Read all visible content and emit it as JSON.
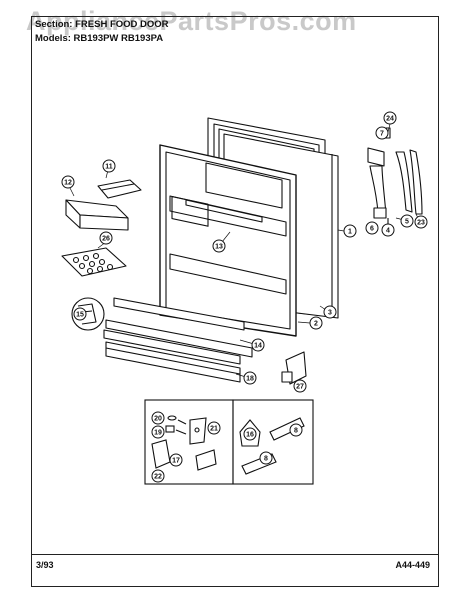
{
  "watermark": "AppliancePartsPros.com",
  "header": {
    "section": "Section: FRESH FOOD DOOR",
    "model": "Models: RB193PW  RB193PA"
  },
  "footer": {
    "date": "3/93",
    "code": "A44-449"
  },
  "callouts": [
    {
      "id": "c1",
      "label": "1"
    },
    {
      "id": "c2",
      "label": "2"
    },
    {
      "id": "c3",
      "label": "3"
    },
    {
      "id": "c4",
      "label": "4"
    },
    {
      "id": "c5",
      "label": "5"
    },
    {
      "id": "c6",
      "label": "6"
    },
    {
      "id": "c7",
      "label": "7"
    },
    {
      "id": "c8a",
      "label": "8"
    },
    {
      "id": "c8b",
      "label": "8"
    },
    {
      "id": "c11",
      "label": "11"
    },
    {
      "id": "c12",
      "label": "12"
    },
    {
      "id": "c13",
      "label": "13"
    },
    {
      "id": "c14",
      "label": "14"
    },
    {
      "id": "c15",
      "label": "15"
    },
    {
      "id": "c16",
      "label": "16"
    },
    {
      "id": "c17",
      "label": "17"
    },
    {
      "id": "c18",
      "label": "18"
    },
    {
      "id": "c19",
      "label": "19"
    },
    {
      "id": "c20",
      "label": "20"
    },
    {
      "id": "c21",
      "label": "21"
    },
    {
      "id": "c22",
      "label": "22"
    },
    {
      "id": "c23",
      "label": "23"
    },
    {
      "id": "c24",
      "label": "24"
    },
    {
      "id": "c26",
      "label": "26"
    },
    {
      "id": "c27",
      "label": "27"
    }
  ]
}
